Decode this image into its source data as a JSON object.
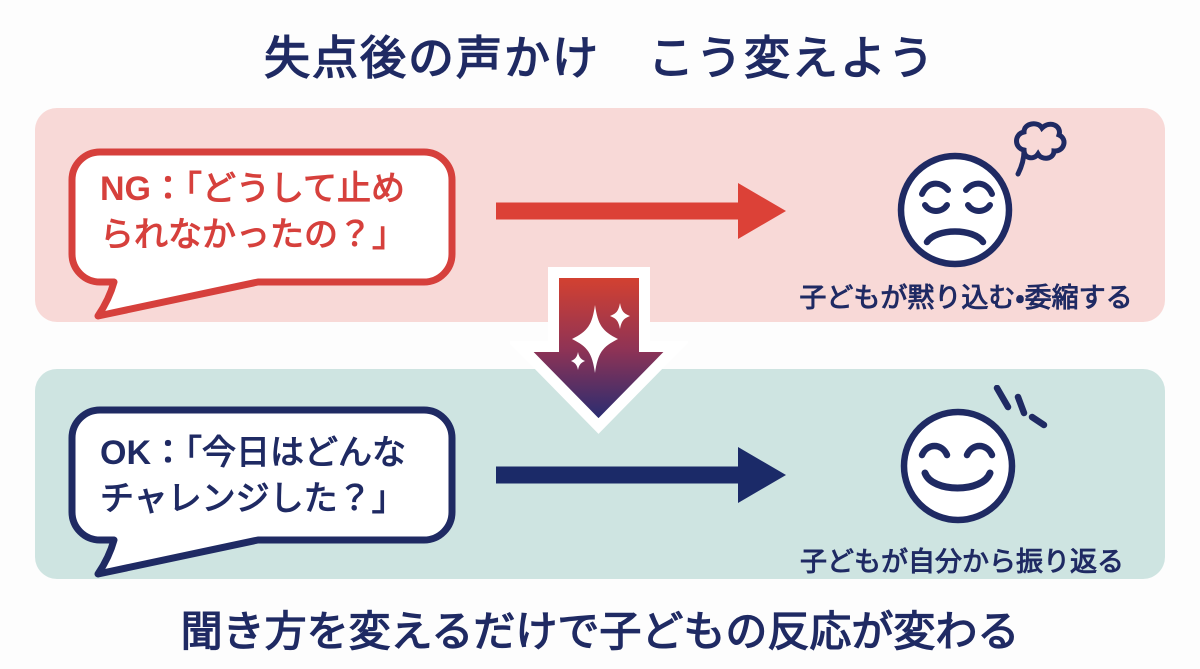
{
  "title": "失点後の声かけ　こう変えよう",
  "ng": {
    "bubble_line1": "NG：「どうして止め",
    "bubble_line2": "られなかったの？」",
    "caption": "子どもが黙り込む・委縮する",
    "face": "sad-face-with-sigh-puff"
  },
  "ok": {
    "bubble_line1": "OK：「今日はどんな",
    "bubble_line2": "チャレンジした？」",
    "caption": "子どもが自分から振り返る",
    "face": "smiling-face-with-sparkle-lines"
  },
  "footer": "聞き方を変えるだけで子どもの反応が変わる",
  "icons": {
    "ng_arrow": "right-arrow-red",
    "ok_arrow": "right-arrow-navy",
    "transform": "down-arrow-with-sparkles"
  },
  "colors": {
    "navy": "#1F2A63",
    "red": "#D6403C",
    "pink_band": "#F8D9D7",
    "teal_band": "#CEE4E1",
    "arrow_red": "#DC4137",
    "arrow_navy": "#1B2A68",
    "gradient_top": "#D8422E",
    "gradient_mid": "#8F3355",
    "gradient_bottom": "#1F2C74",
    "bubble_bg": "#FFFFFF"
  }
}
